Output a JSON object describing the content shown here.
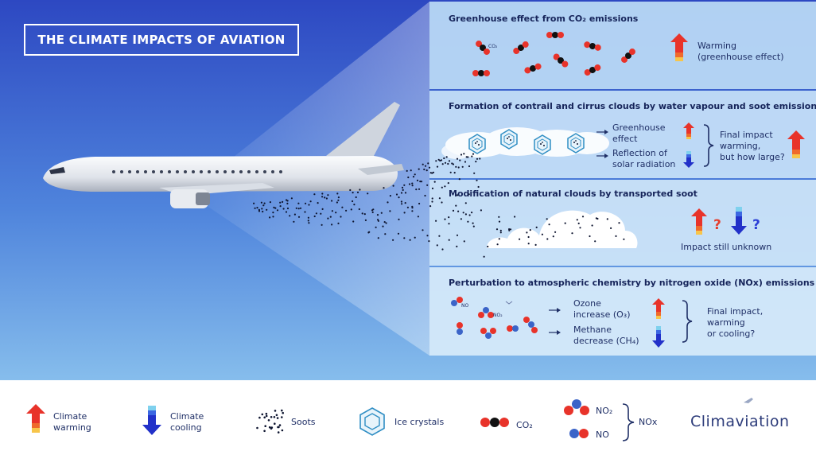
{
  "title": "THE CLIMATE IMPACTS OF AVIATION",
  "colors": {
    "sky_top": "#2f4fc4",
    "sky_bottom": "#7fb4e8",
    "panel_fill": "#bcdcf6",
    "dark_text": "#16245a",
    "warming_red": "#e53e2e",
    "cooling_blue": "#2b3fd6",
    "red_molecule": "#e8332a",
    "blue_molecule": "#3b64c8"
  },
  "panels": {
    "co2": {
      "title": "Greenhouse effect from CO₂ emissions",
      "molecule_label": "CO₂",
      "effect": "Warming\n(greenhouse effect)"
    },
    "contrail": {
      "title": "Formation of contrail and cirrus clouds by water vapour and soot emissions",
      "effect_warm": "Greenhouse\neffect",
      "effect_cool": "Reflection of\nsolar radiation",
      "final": "Final impact\nwarming,\nbut how large?"
    },
    "clouds": {
      "title": "Modification of natural clouds by transported soot",
      "question_1": "?",
      "question_2": "?",
      "final": "Impact still unknown"
    },
    "nox": {
      "title": "Perturbation to atmospheric chemistry by nitrogen oxide (NOx) emissions",
      "no_label": "NO",
      "no2_label": "NO₂",
      "effect_1": "Ozone\nincrease (O₃)",
      "effect_2": "Methane\ndecrease (CH₄)",
      "final": "Final impact,\nwarming\nor cooling?"
    }
  },
  "legend": {
    "warming": "Climate\nwarming",
    "cooling": "Climate\ncooling",
    "soots": "Soots",
    "ice": "Ice crystals",
    "co2": "CO₂",
    "no2": "NO₂",
    "no": "NO",
    "nox": "NOx",
    "brand": "Climaviation"
  }
}
